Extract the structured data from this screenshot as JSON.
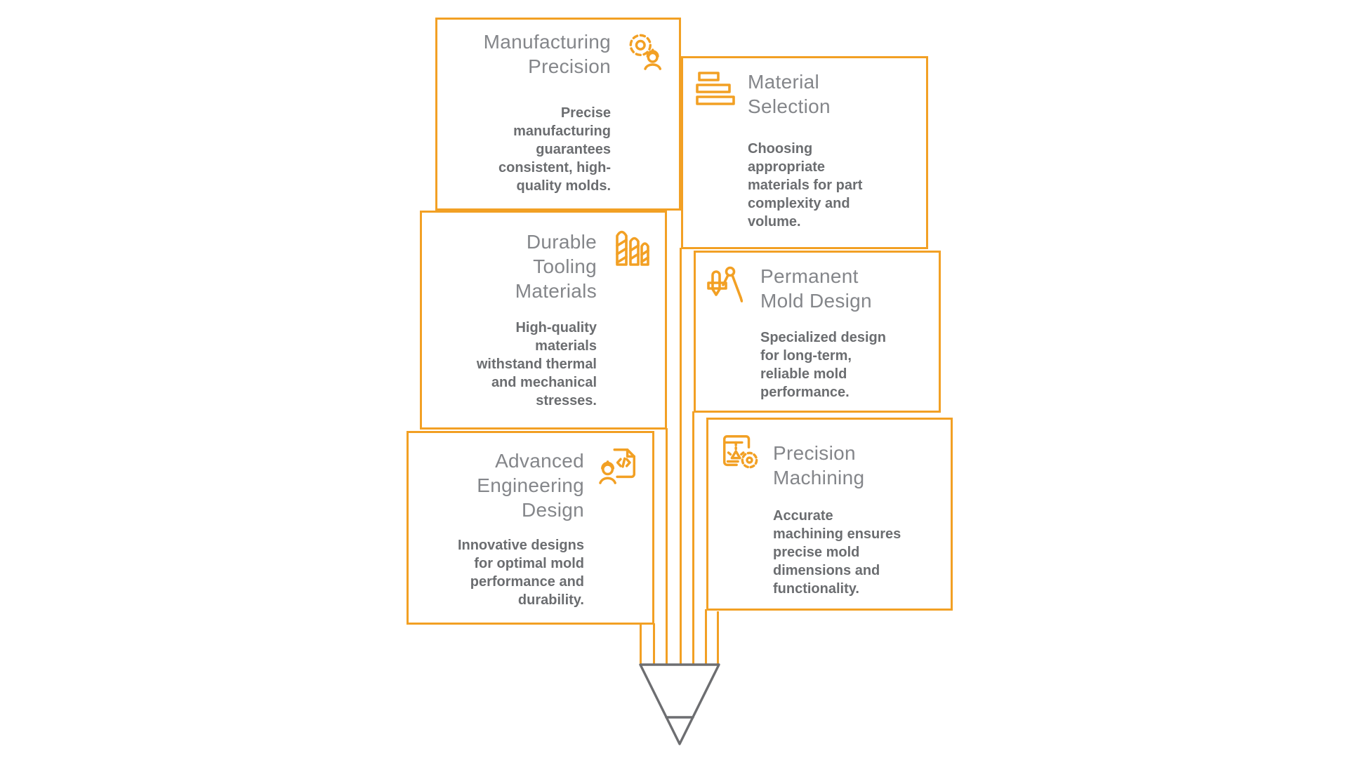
{
  "palette": {
    "accent_orange": "#F2A024",
    "title_gray": "#84868a",
    "body_gray": "#6b6d70",
    "pencil_gray": "#6d6e71"
  },
  "diagram": {
    "shape": "pencil-infographic",
    "cards": [
      {
        "id": "manufacturing-precision",
        "title": "Manufacturing Precision",
        "body": "Precise manufacturing guarantees consistent, high-quality molds.",
        "icon": "gear-engineer-icon",
        "side": "left"
      },
      {
        "id": "material-selection",
        "title": "Material Selection",
        "body": "Choosing appropriate materials for part complexity and volume.",
        "icon": "stacked-layers-icon",
        "side": "right"
      },
      {
        "id": "durable-tooling-materials",
        "title": "Durable Tooling Materials",
        "body": "High-quality materials withstand thermal and mechanical stresses.",
        "icon": "drill-bits-icon",
        "side": "left"
      },
      {
        "id": "permanent-mold-design",
        "title": "Permanent Mold Design",
        "body": "Specialized design for long-term, reliable mold performance.",
        "icon": "drafting-compass-icon",
        "side": "right"
      },
      {
        "id": "advanced-engineering-design",
        "title": "Advanced Engineering Design",
        "body": "Innovative designs for optimal mold performance and durability.",
        "icon": "engineer-code-document-icon",
        "side": "left"
      },
      {
        "id": "precision-machining",
        "title": "Precision Machining",
        "body": "Accurate machining ensures precise mold dimensions and functionality.",
        "icon": "machining-gear-icon",
        "side": "right"
      }
    ]
  }
}
